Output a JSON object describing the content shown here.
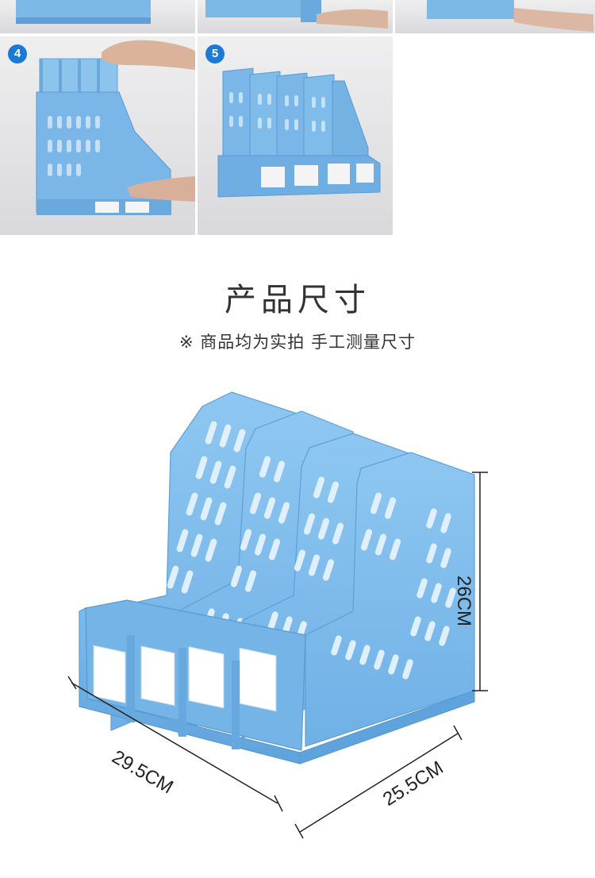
{
  "steps": [
    {
      "number": "4"
    },
    {
      "number": "5"
    }
  ],
  "section": {
    "title": "产品尺寸",
    "subtitle": "※ 商品均为实拍 手工测量尺寸"
  },
  "dimensions": {
    "height": "26CM",
    "width": "29.5CM",
    "depth": "25.5CM"
  },
  "colors": {
    "product_blue": "#79b9ea",
    "badge_blue": "#1c7ad6"
  }
}
